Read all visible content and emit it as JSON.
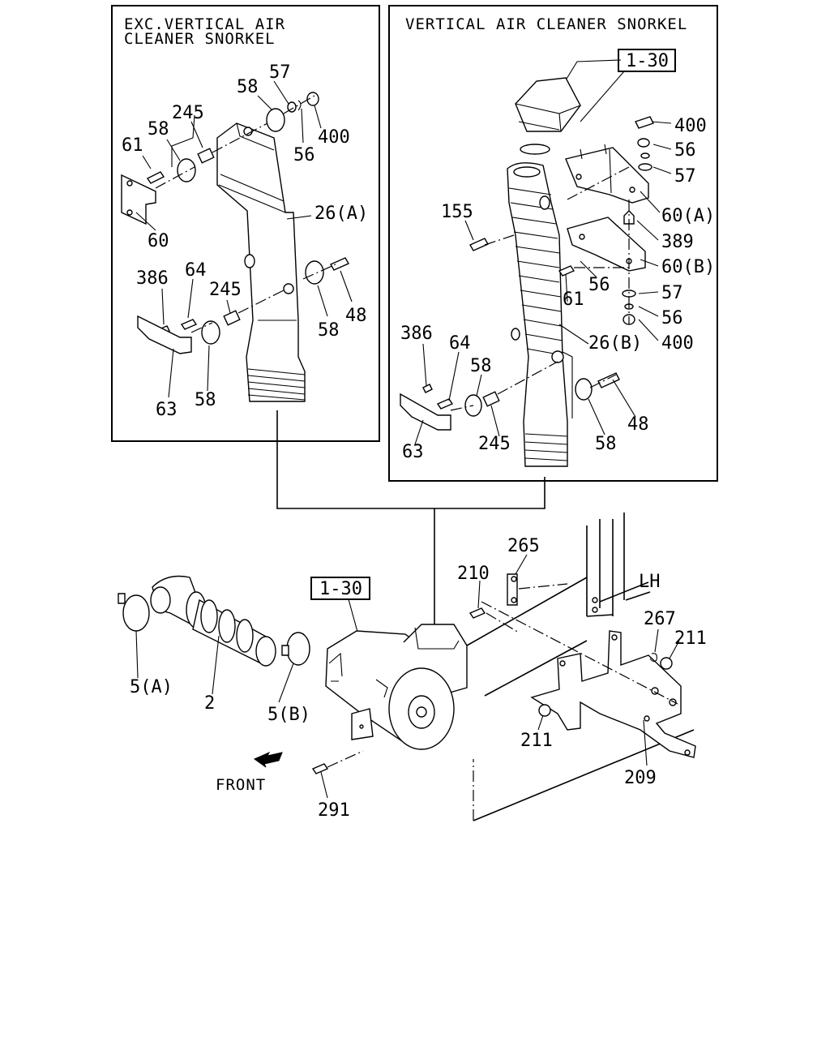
{
  "panels": {
    "left_title_line1": "EXC.VERTICAL AIR",
    "left_title_line2": "CLEANER SNORKEL",
    "right_title": "VERTICAL AIR CLEANER SNORKEL"
  },
  "ref_boxes": {
    "top": "1-30",
    "bottom": "1-30"
  },
  "left_panel_labels": {
    "l57": "57",
    "l58a": "58",
    "l245a": "245",
    "l58b": "58",
    "l61": "61",
    "l400": "400",
    "l56": "56",
    "l26a": "26(A)",
    "l60": "60",
    "l386": "386",
    "l64": "64",
    "l245b": "245",
    "l48": "48",
    "l58c": "58",
    "l63": "63",
    "l58d": "58"
  },
  "right_panel_labels": {
    "r400a": "400",
    "r56a": "56",
    "r57a": "57",
    "r155": "155",
    "r60a": "60(A)",
    "r389": "389",
    "r60b": "60(B)",
    "r56b": "56",
    "r61": "61",
    "r57b": "57",
    "r56c": "56",
    "r400b": "400",
    "r386": "386",
    "r64": "64",
    "r58a": "58",
    "r26b": "26(B)",
    "r48": "48",
    "r63": "63",
    "r245": "245",
    "r58b": "58"
  },
  "lower_labels": {
    "b265": "265",
    "b210": "210",
    "lh": "LH",
    "b267": "267",
    "b211a": "211",
    "b5a": "5(A)",
    "b2": "2",
    "b5b": "5(B)",
    "b211b": "211",
    "b209": "209",
    "front": "FRONT",
    "b291": "291"
  },
  "icons": [
    "front-arrow-icon"
  ]
}
